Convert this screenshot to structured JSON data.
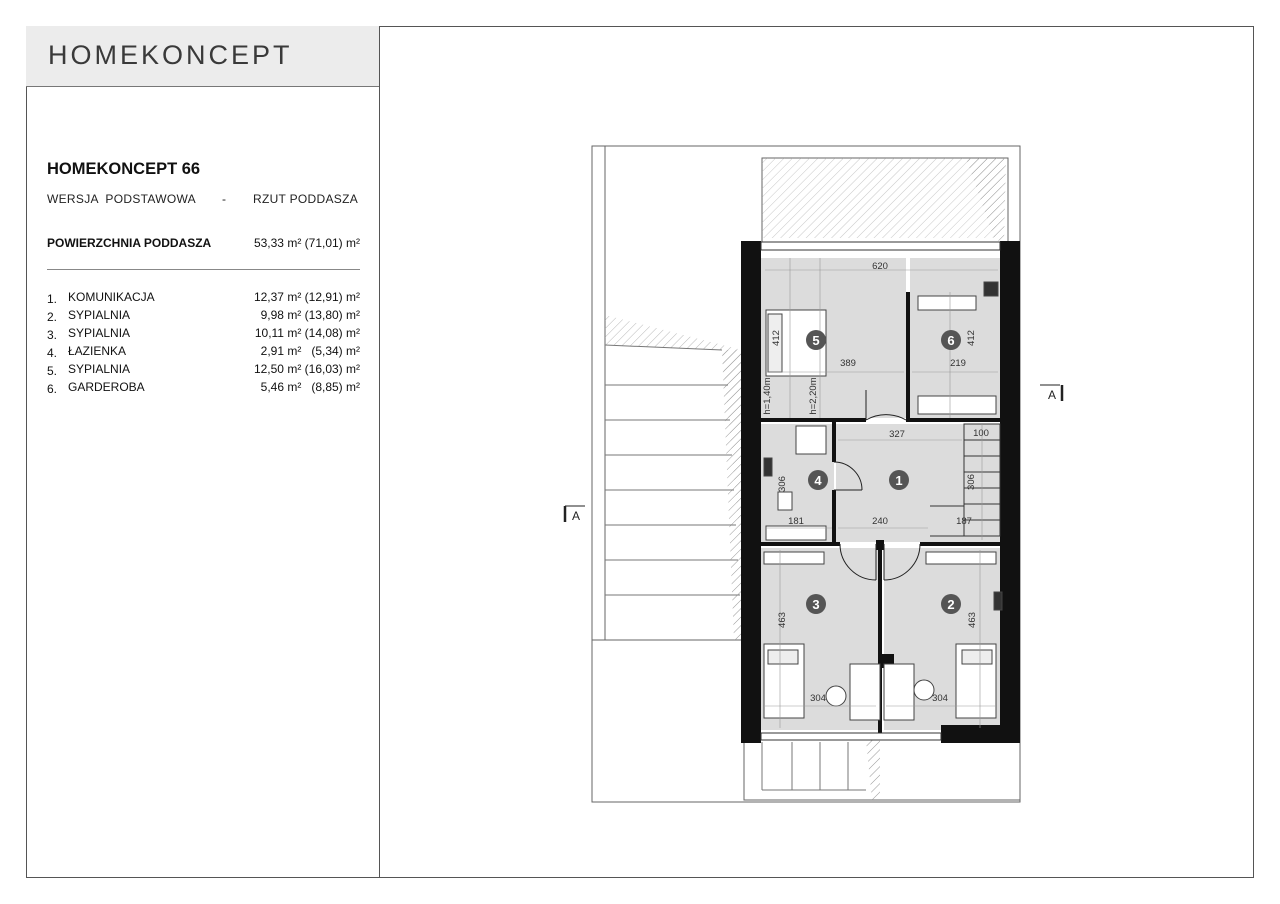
{
  "brand": {
    "logo": "HOMEKONCEPT"
  },
  "project": {
    "title": "HOMEKONCEPT 66",
    "version": "WERSJA  PODSTAWOWA",
    "separator": "-",
    "view": "RZUT PODDASZA"
  },
  "area": {
    "label": "POWIERZCHNIA PODDASZA",
    "value": "53,33 m² (71,01) m²"
  },
  "rooms": [
    {
      "num": "1.",
      "name": "KOMUNIKACJA",
      "area": "12,37 m² (12,91) m²"
    },
    {
      "num": "2.",
      "name": "SYPIALNIA",
      "area": "9,98 m² (13,80) m²"
    },
    {
      "num": "3.",
      "name": "SYPIALNIA",
      "area": "10,11 m² (14,08) m²"
    },
    {
      "num": "4.",
      "name": "ŁAZIENKA",
      "area": "2,91 m²   (5,34) m²"
    },
    {
      "num": "5.",
      "name": "SYPIALNIA",
      "area": "12,50 m² (16,03) m²"
    },
    {
      "num": "6.",
      "name": "GARDEROBA",
      "area": "5,46 m²   (8,85) m²"
    }
  ],
  "plan": {
    "section_marker": "A",
    "room_badges": [
      "1",
      "2",
      "3",
      "4",
      "5",
      "6"
    ],
    "dims": {
      "top_width": "620",
      "r5_width": "389",
      "r5_depth": "412",
      "r6_width": "219",
      "r6_depth": "412",
      "hall_top": "327",
      "hall_right_top": "100",
      "hall_bottom": "240",
      "hall_depth": "306",
      "stair_width": "187",
      "bath_width": "181",
      "bath_depth": "306",
      "r3_width": "304",
      "r3_depth": "463",
      "r2_width": "304",
      "r2_depth": "463"
    },
    "heights": {
      "h1": "h=1,40m",
      "h2": "h=2,20m"
    }
  }
}
